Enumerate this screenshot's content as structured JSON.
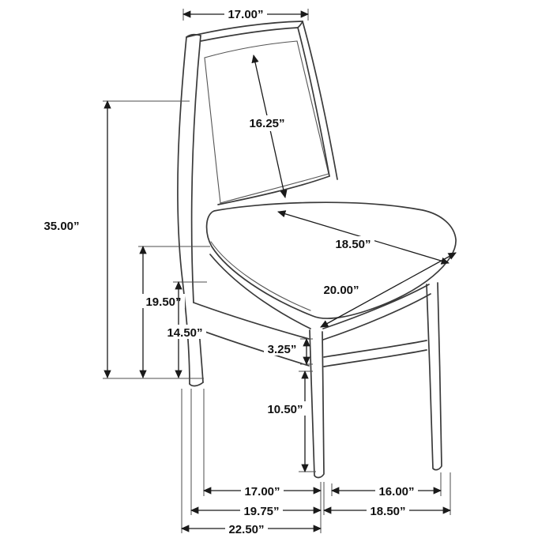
{
  "diagram": {
    "kind": "product-dimension-drawing",
    "subject": "cane-back dining side chair",
    "unit": "inches",
    "background": "#ffffff",
    "colors": {
      "outline": "#3a3a3a",
      "dimension_line": "#1a1a1a",
      "mesh": "#999999",
      "text": "#111111"
    },
    "labels": {
      "back_width": "17.00”",
      "back_panel_height": "16.25”",
      "overall_height": "35.00”",
      "floor_to_seat_back": "19.50”",
      "floor_to_seat": "14.50”",
      "seat_depth": "18.50”",
      "seat_width": "20.00”",
      "apron_thickness": "3.25”",
      "stretcher_to_floor": "10.50”",
      "leg_span_side": "17.00”",
      "leg_span_front": "16.00”",
      "base_depth": "19.75”",
      "base_width": "18.50”",
      "overall_depth": "22.50”"
    }
  }
}
